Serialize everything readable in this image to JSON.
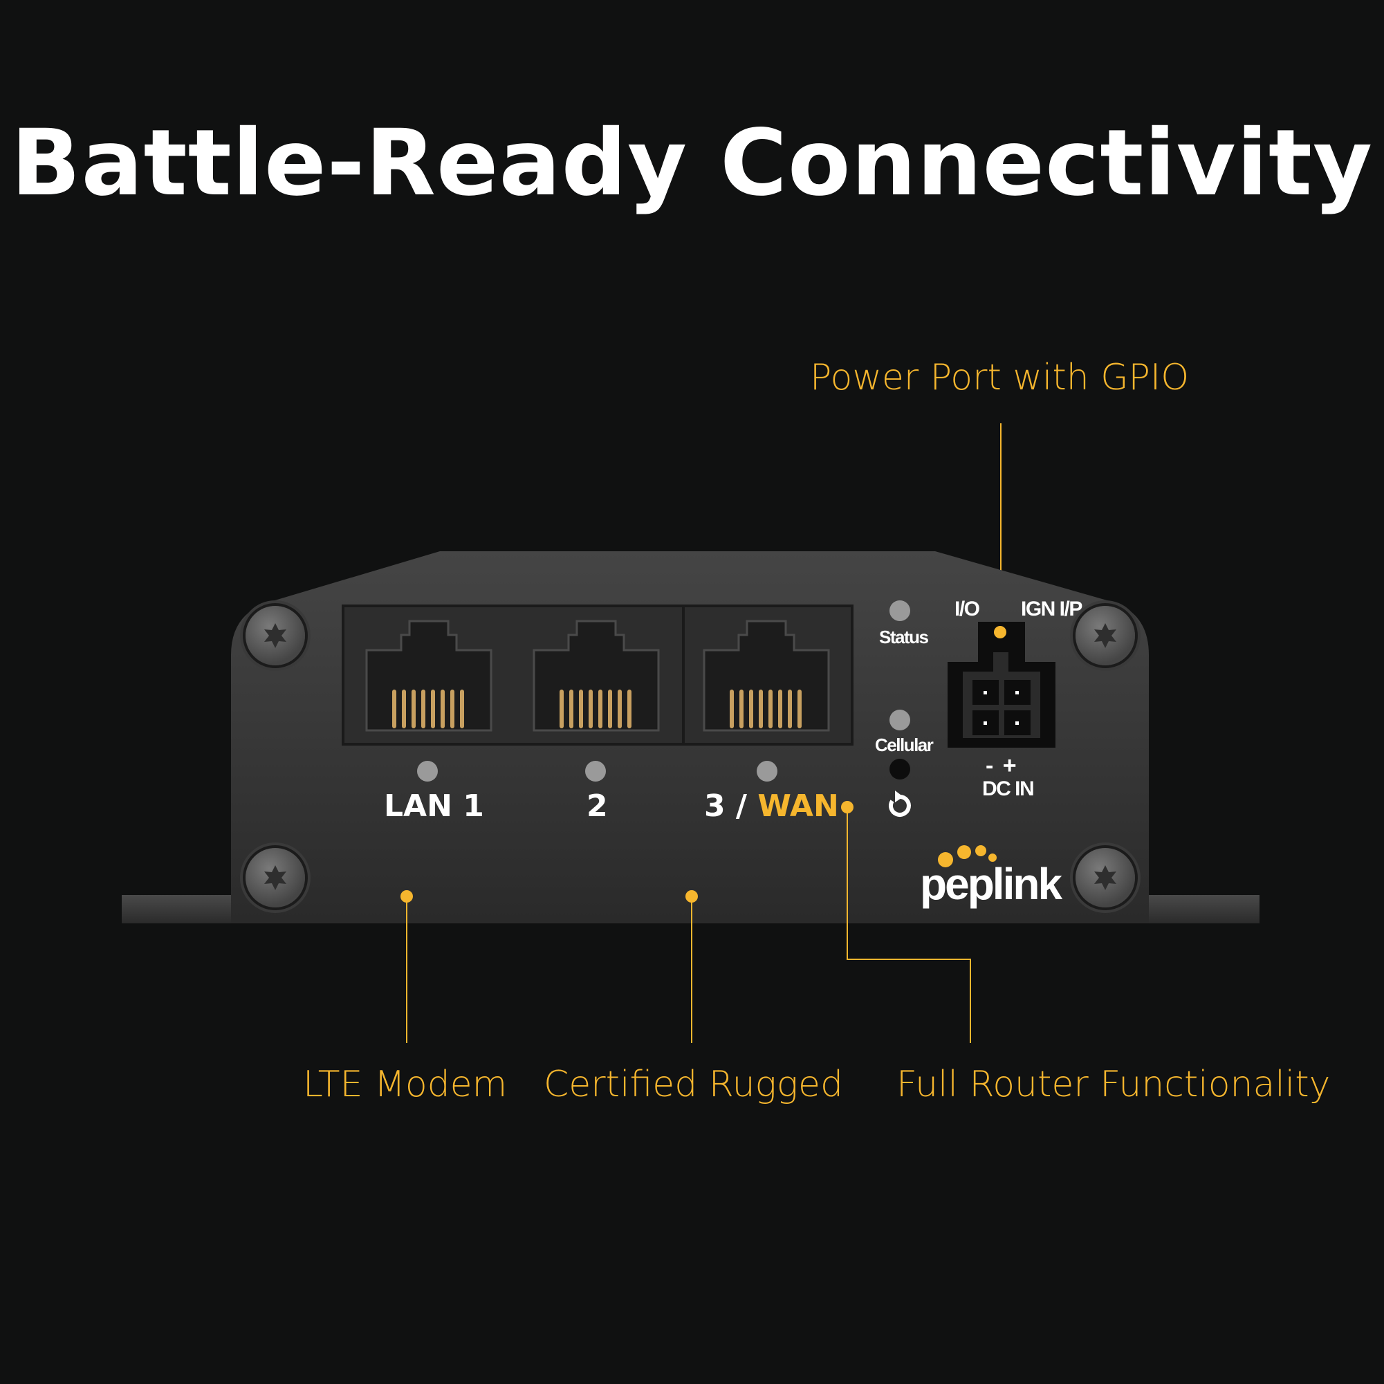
{
  "headline": "Battle-Ready Connectivity",
  "colors": {
    "accent": "#f6b62e",
    "background": "#101111",
    "device": "#3a3a3a",
    "text": "#ffffff"
  },
  "callouts": {
    "top": "Power Port with GPIO",
    "bottom": [
      "LTE Modem",
      "Certified Rugged",
      "Full Router Functionality"
    ]
  },
  "device": {
    "brand": "peplink",
    "ports": [
      {
        "label": "LAN 1"
      },
      {
        "label": "2"
      },
      {
        "label_prefix": "3 / ",
        "label_accent": "WAN"
      }
    ],
    "indicators": {
      "status": "Status",
      "cellular": "Cellular"
    },
    "power": {
      "io": "I/O",
      "ign": "IGN I/P",
      "polarity": "-  +",
      "dc_in": "DC IN"
    },
    "reset_icon": "reset-icon"
  }
}
